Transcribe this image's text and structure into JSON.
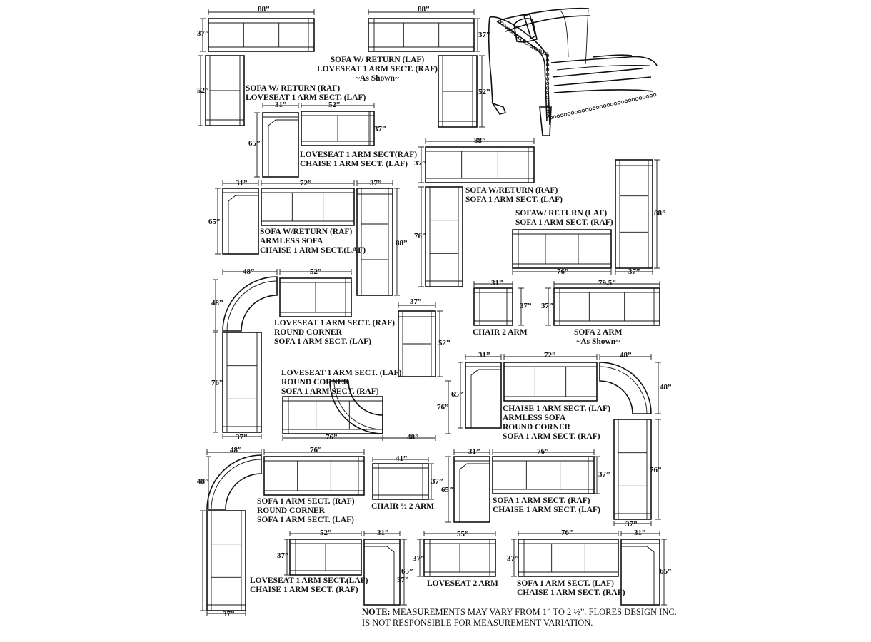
{
  "groups": [
    {
      "lines": [
        "SOFA W/ RETURN (LAF)",
        "LOVESEAT 1 ARM SECT. (RAF)",
        "~As Shown~"
      ]
    },
    {
      "lines": [
        "SOFA W/ RETURN (RAF)",
        "LOVESEAT 1 ARM SECT. (LAF)"
      ]
    },
    {
      "lines": [
        "LOVESEAT 1 ARM SECT(RAF)",
        "CHAISE 1 ARM SECT. (LAF)"
      ]
    },
    {
      "lines": [
        "SOFA W/RETURN (RAF)",
        "SOFA 1 ARM SECT. (LAF)"
      ]
    },
    {
      "lines": [
        "SOFAW/ RETURN (LAF)",
        "SOFA 1 ARM SECT. (RAF)"
      ]
    },
    {
      "lines": [
        "SOFA W/RETURN (RAF)",
        "ARMLESS SOFA",
        "CHAISE 1 ARM SECT.(LAF)"
      ]
    },
    {
      "lines": [
        "LOVESEAT 1 ARM SECT. (RAF)",
        "ROUND CORNER",
        "SOFA 1 ARM SECT. (LAF)"
      ]
    },
    {
      "lines": [
        "CHAIR 2 ARM"
      ]
    },
    {
      "lines": [
        "SOFA 2 ARM",
        "~As Shown~"
      ]
    },
    {
      "lines": [
        "LOVESEAT 1 ARM SECT. (LAF)",
        "ROUND CORNER",
        "SOFA 1 ARM SECT. (RAF)"
      ]
    },
    {
      "lines": [
        "CHAISE 1 ARM SECT. (LAF)",
        "ARMLESS SOFA",
        "ROUND CORNER",
        "SOFA 1 ARM SECT. (RAF)"
      ]
    },
    {
      "lines": [
        "SOFA 1 ARM SECT. (RAF)",
        "ROUND CORNER",
        "SOFA 1 ARM SECT. (LAF)"
      ]
    },
    {
      "lines": [
        "CHAIR ½ 2 ARM"
      ]
    },
    {
      "lines": [
        "SOFA 1 ARM SECT. (RAF)",
        "CHAISE 1 ARM SECT. (LAF)"
      ]
    },
    {
      "lines": [
        "LOVESEAT 1 ARM SECT.(LAF)",
        "CHAISE 1 ARM SECT. (RAF)"
      ]
    },
    {
      "lines": [
        "LOVESEAT  2 ARM"
      ]
    },
    {
      "lines": [
        "SOFA 1 ARM SECT. (LAF)",
        "CHAISE 1 ARM SECT. (RAF)"
      ]
    }
  ],
  "dims": [
    "88”",
    "37”",
    "52”",
    "88”",
    "37”",
    "52”",
    "31”",
    "52”",
    "65”",
    "37”",
    "88”",
    "37”",
    "76”",
    "31”",
    "72”",
    "37”",
    "65”",
    "88”",
    "88”",
    "76”",
    "37”",
    "48”",
    "52”",
    "48”",
    "76”",
    "37”",
    "31”",
    "37”",
    "79.5”",
    "37”",
    "37”",
    "52”",
    "31”",
    "72”",
    "48”",
    "65”",
    "48”",
    "76”",
    "48”",
    "76”",
    "48”",
    "48”",
    "76”",
    "41”",
    "37”",
    "31”",
    "76”",
    "65”",
    "37”",
    "76”",
    "37”",
    "52”",
    "37”",
    "31”",
    "65”",
    "55”",
    "37”",
    "76”",
    "37”",
    "31”",
    "65”",
    "37”",
    "37”"
  ],
  "note": {
    "bold": "NOTE:",
    "line1": " MEASUREMENTS MAY VARY FROM 1” TO 2 ½”. FLORES DESIGN INC.",
    "line2": "IS NOT RESPONSIBLE FOR MEASUREMENT VARIATION."
  }
}
